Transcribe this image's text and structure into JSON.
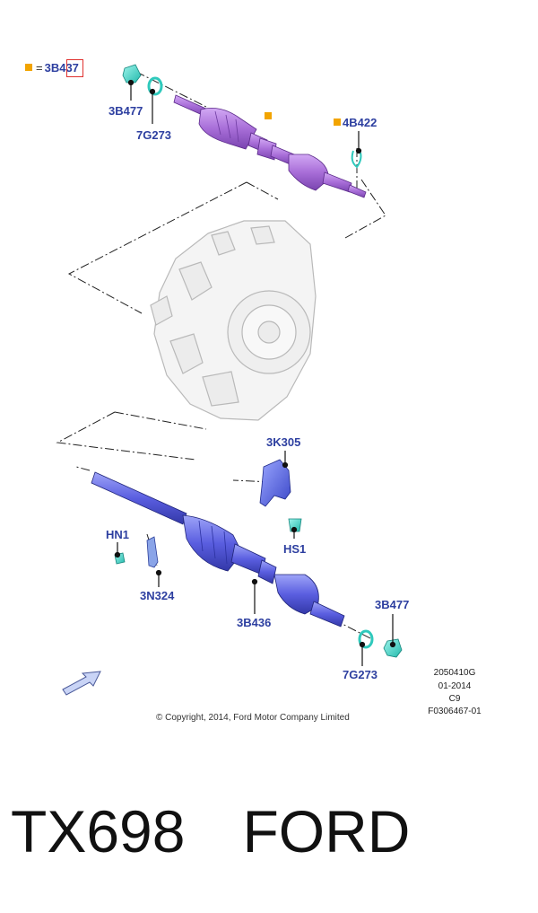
{
  "legend": {
    "equals": "=",
    "ref": "3B437"
  },
  "callouts": {
    "upper_3b477": "3B477",
    "upper_7g273": "7G273",
    "upper_4b422": "4B422",
    "k3k305": "3K305",
    "hn1": "HN1",
    "hs1": "HS1",
    "n3n324": "3N324",
    "b3b436": "3B436",
    "lower_3b477": "3B477",
    "lower_7g273": "7G273"
  },
  "drawing_code": {
    "line1": "2050410G",
    "line2": "01-2014",
    "line3": "C9",
    "line4": "F0306467-01"
  },
  "copyright": "© Copyright, 2014, Ford Motor Company Limited",
  "footer": {
    "part_number": "TX698",
    "brand": "FORD"
  },
  "colors": {
    "upper_shaft": "#a86ed8",
    "lower_shaft": "#5a5ee0",
    "fastener": "#3fd9cc",
    "callout_text": "#2d3fa0",
    "legend_marker": "#f2a400",
    "highlight_box": "#e0312f"
  }
}
